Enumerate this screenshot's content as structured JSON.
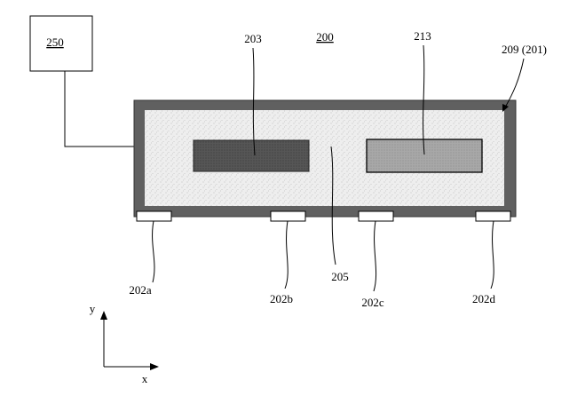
{
  "figure": {
    "box_250_label": "250",
    "figure_ref": "200",
    "labels": {
      "l203": "203",
      "l213": "213",
      "l209": "209 (201)",
      "l205": "205",
      "l202a": "202a",
      "l202b": "202b",
      "l202c": "202c",
      "l202d": "202d"
    },
    "axes": {
      "y": "y",
      "x": "x"
    }
  },
  "colors": {
    "housing": "#5f5f5f",
    "filler": "#efefef",
    "element_203": "#555555",
    "element_213": "#a5a5a5"
  }
}
